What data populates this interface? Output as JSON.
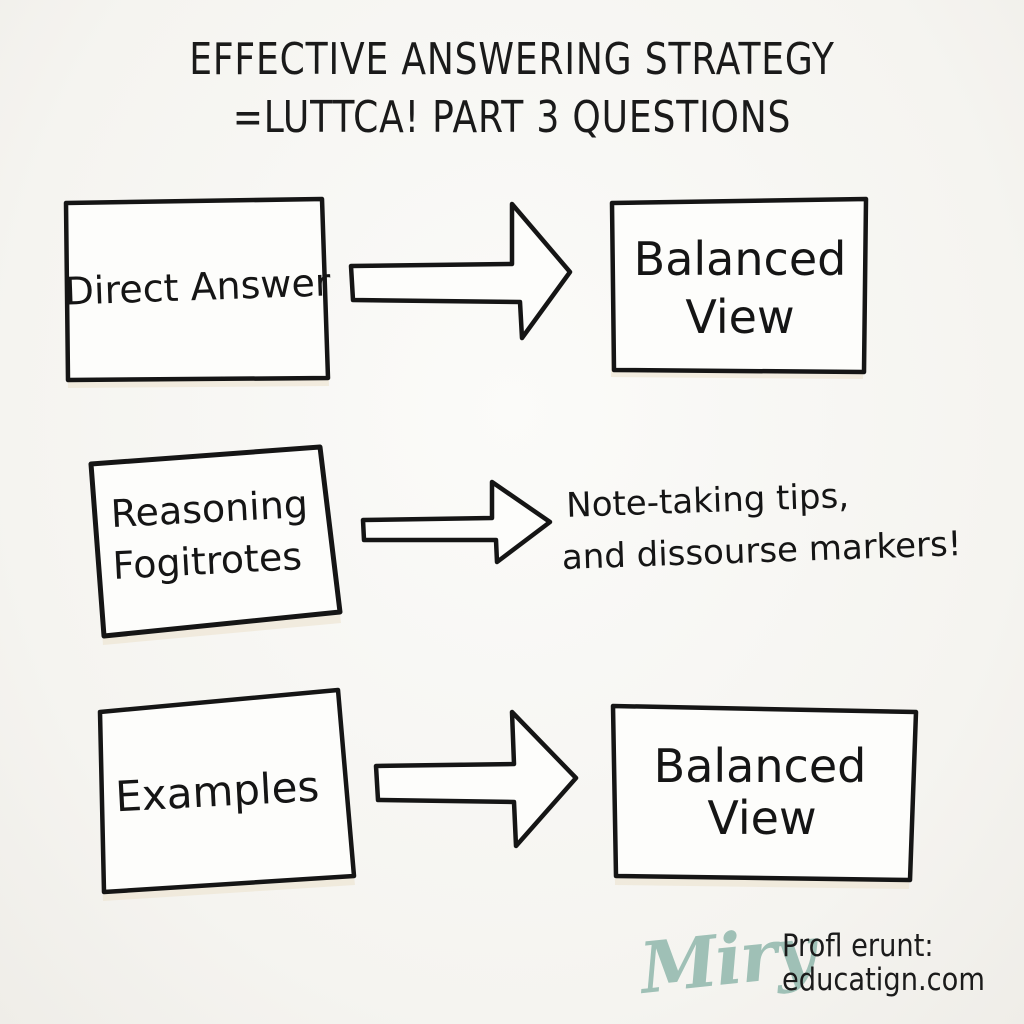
{
  "title": {
    "line1": "EFFECTIVE ANSWERING STRATEGY",
    "line2": "=LUTTCA! PART 3 QUESTIONS"
  },
  "rows": [
    {
      "left_box": [
        "Direct Answer"
      ],
      "right_box": [
        "Balanced",
        "View"
      ]
    },
    {
      "left_box": [
        "Reasoning",
        "Fogitrotes"
      ],
      "right_note": [
        "Note-taking tips,",
        "and dissourse markers!"
      ]
    },
    {
      "left_box": [
        "Examples"
      ],
      "right_box": [
        "Balanced",
        "View"
      ]
    }
  ],
  "footer": {
    "logo": "Miry",
    "brand_line1": "Profl erunt:",
    "brand_line2": "educatign.com"
  },
  "colors": {
    "ink": "#151515",
    "box_shadow": "#ece2cf",
    "logo_teal": "#9fc0b6",
    "logo_peach": "#d8ad9a"
  }
}
